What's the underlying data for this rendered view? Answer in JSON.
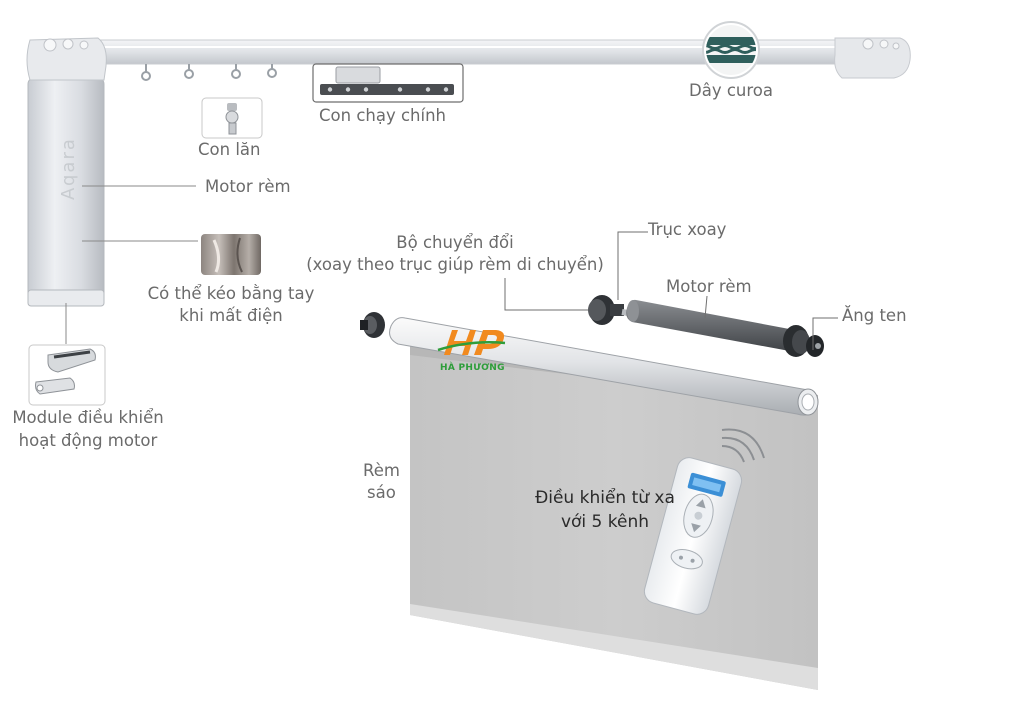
{
  "labels": {
    "day_curoa": "Dây curoa",
    "con_chay_chinh": "Con chạy chính",
    "con_lan": "Con lăn",
    "motor_rem_track": "Motor rèm",
    "keo_tay_1": "Có thể kéo bằng tay",
    "keo_tay_2": "khi mất điện",
    "module_1": "Module điều khiển",
    "module_2": "hoạt động motor",
    "truc_xoay": "Trục xoay",
    "bo_chuyen_doi_1": "Bộ chuyển đổi",
    "bo_chuyen_doi_2": "(xoay theo trục giúp rèm di chuyển)",
    "motor_rem_tube": "Motor rèm",
    "ang_ten": "Ăng ten",
    "rem_sao_1": "Rèm",
    "rem_sao_2": "sáo",
    "remote_1": "Điều khiển từ xa",
    "remote_2": "với 5 kênh"
  },
  "logo": {
    "name": "HÀ PHƯƠNG",
    "mark": "HP"
  },
  "colors": {
    "label_text": "#6b6b6b",
    "leader_line": "#808080",
    "blind_fabric": "#c9c9c9",
    "logo_orange": "#f18a1f",
    "logo_green": "#2e9d3a",
    "belt_teal": "#2f5f5c"
  }
}
